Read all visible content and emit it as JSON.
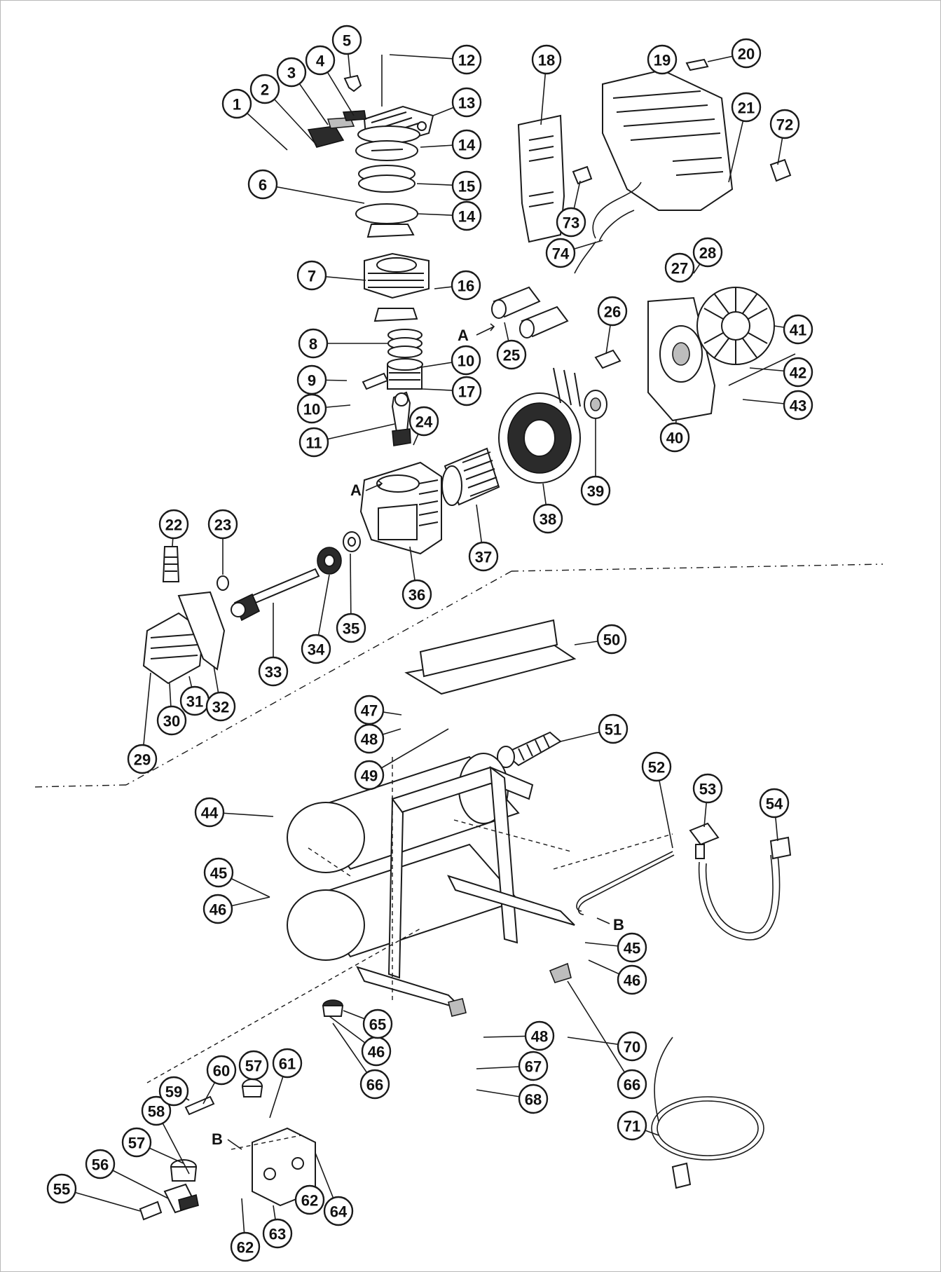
{
  "callouts": [
    "1",
    "2",
    "3",
    "4",
    "5",
    "6",
    "7",
    "8",
    "9",
    "10",
    "10",
    "11",
    "12",
    "13",
    "14",
    "14",
    "15",
    "16",
    "17",
    "18",
    "19",
    "20",
    "21",
    "22",
    "23",
    "24",
    "25",
    "26",
    "27",
    "28",
    "29",
    "30",
    "31",
    "32",
    "33",
    "34",
    "35",
    "36",
    "37",
    "38",
    "39",
    "40",
    "41",
    "42",
    "43",
    "44",
    "45",
    "45",
    "46",
    "46",
    "46",
    "47",
    "48",
    "48",
    "49",
    "50",
    "51",
    "52",
    "53",
    "54",
    "55",
    "56",
    "57",
    "57",
    "58",
    "59",
    "60",
    "61",
    "62",
    "62",
    "63",
    "64",
    "65",
    "66",
    "66",
    "67",
    "68",
    "70",
    "71",
    "72",
    "73",
    "74"
  ],
  "connection_marks": {
    "a1": "A",
    "a2": "A",
    "b1": "B",
    "b2": "B"
  }
}
